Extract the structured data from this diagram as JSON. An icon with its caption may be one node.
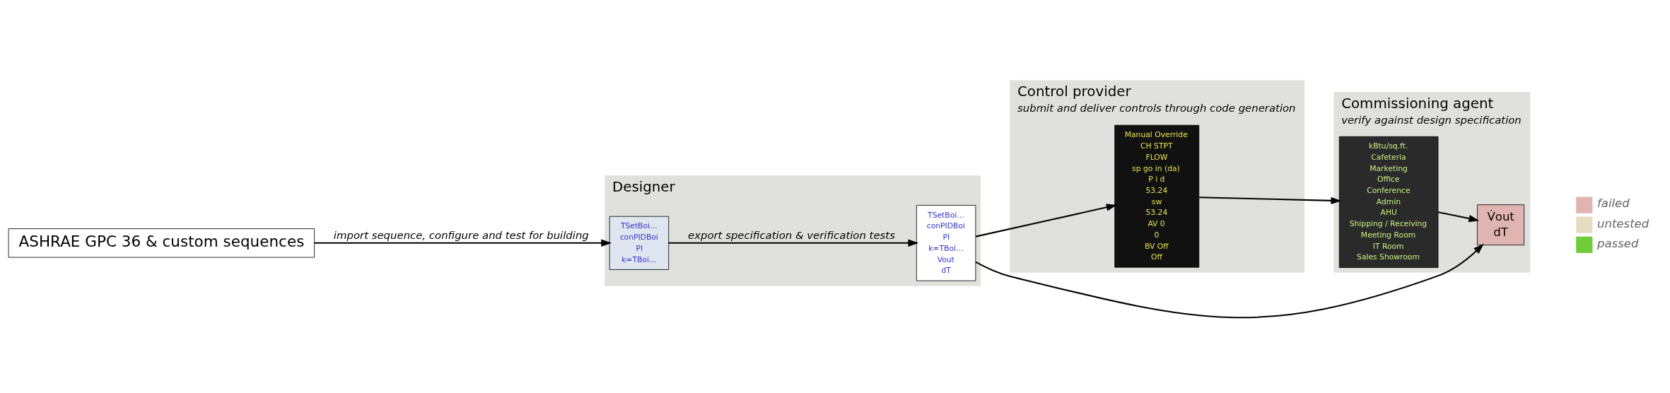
{
  "diagram": {
    "nodes": [
      {
        "text": [
          "ASHRAE GPC 36 & custom sequences"
        ]
      },
      {
        "text": [
          "Designer"
        ]
      },
      {
        "text": [
          "TSetBoi…",
          "conPIDBoi",
          "PI",
          "k=TBoi…"
        ],
        "in": 1
      },
      {
        "text": [
          "TSetBoi…",
          "conPIDBoi",
          "PI",
          "k=TBoi…",
          "Vout",
          "dT"
        ],
        "in": 1
      },
      {
        "text": [
          "Control provider",
          "submit and deliver controls through code generation"
        ]
      },
      {
        "text": [
          "Manual Override",
          "CH STPT",
          "FLOW",
          "sp go in (da)",
          "P i d",
          "53.24",
          "sw",
          "53.24",
          "AV 0",
          "0",
          "BV Off",
          "Off"
        ],
        "in": 4
      },
      {
        "text": [
          "Commissioning agent",
          "verify against design specification"
        ]
      },
      {
        "text": [
          "kBtu/sq.ft.",
          "Cafeteria",
          "Marketing",
          "Office",
          "Conference",
          "Admin",
          "AHU",
          "Shipping / Receiving",
          "Meeting Room",
          "IT Room",
          "Sales Showroom"
        ],
        "in": 6
      },
      {
        "text": [
          "V̇out",
          "dT"
        ],
        "in": 6
      }
    ],
    "edges": [
      {
        "from": 0,
        "to": 2,
        "arrow": "to",
        "label": "import sequence, configure and test for building"
      },
      {
        "from": 2,
        "to": 3,
        "arrow": "to",
        "label": "export specification & verification tests"
      },
      {
        "from": 3,
        "to": 5,
        "arrow": "to"
      },
      {
        "from": 5,
        "to": 7,
        "arrow": "to"
      },
      {
        "from": 7,
        "to": 8,
        "arrow": "to"
      },
      {
        "from": 3,
        "to": 8,
        "arrow": "to"
      }
    ],
    "legend": [
      {
        "text": "failed",
        "color": "#e0b4b0"
      },
      {
        "text": "untested",
        "color": "#e6dcc0"
      },
      {
        "text": "passed",
        "color": "#70cc38"
      }
    ]
  }
}
